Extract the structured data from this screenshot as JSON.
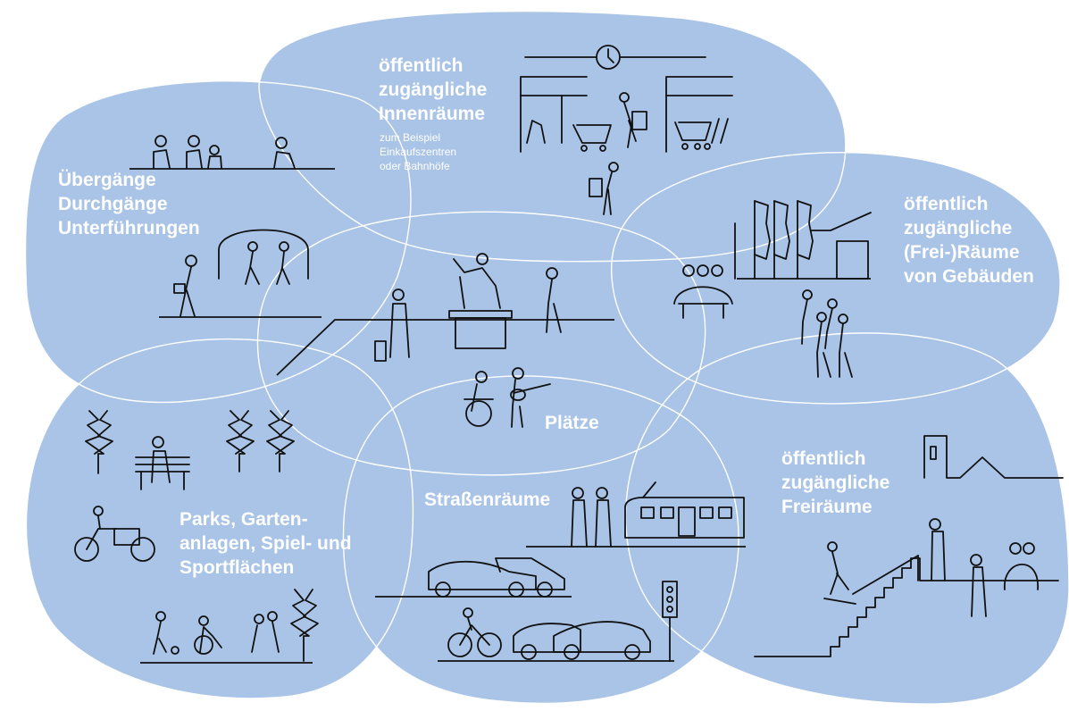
{
  "colors": {
    "blob_fill": "#a9c4e6",
    "outline": "#ffffff",
    "pictogram": "#111111",
    "label": "#ffffff"
  },
  "regions": {
    "innen": {
      "title_lines": [
        "öffentlich",
        "zugängliche",
        "Innenräume"
      ],
      "sub_lines": [
        "zum Beispiel",
        "Einkaufszentren",
        "oder Bahnhöfe"
      ]
    },
    "uebergaenge": {
      "title_lines": [
        "Übergänge",
        "Durchgänge",
        "Unterführungen"
      ]
    },
    "gebaeude": {
      "title_lines": [
        "öffentlich",
        "zugängliche",
        "(Frei-)Räume",
        "von Gebäuden"
      ]
    },
    "plaetze": {
      "title": "Plätze"
    },
    "parks": {
      "title_lines": [
        "Parks, Garten-",
        "anlagen, Spiel- und",
        "Sportflächen"
      ]
    },
    "strassen": {
      "title": "Straßenräume"
    },
    "frei": {
      "title_lines": [
        "öffentlich",
        "zugängliche",
        "Freiräume"
      ]
    }
  },
  "icons": [
    "clock-icon",
    "shop-icon",
    "shopping-cart-icon",
    "person-icon",
    "bench-icon",
    "tree-icon",
    "bicycle-icon",
    "cargo-bike-icon",
    "car-icon",
    "tram-icon",
    "traffic-light-icon",
    "monument-icon",
    "drum-kit-icon",
    "guitar-player-icon",
    "skateboarder-icon",
    "stairs-icon",
    "house-icon",
    "wheelchair-icon",
    "suitcase-icon"
  ]
}
